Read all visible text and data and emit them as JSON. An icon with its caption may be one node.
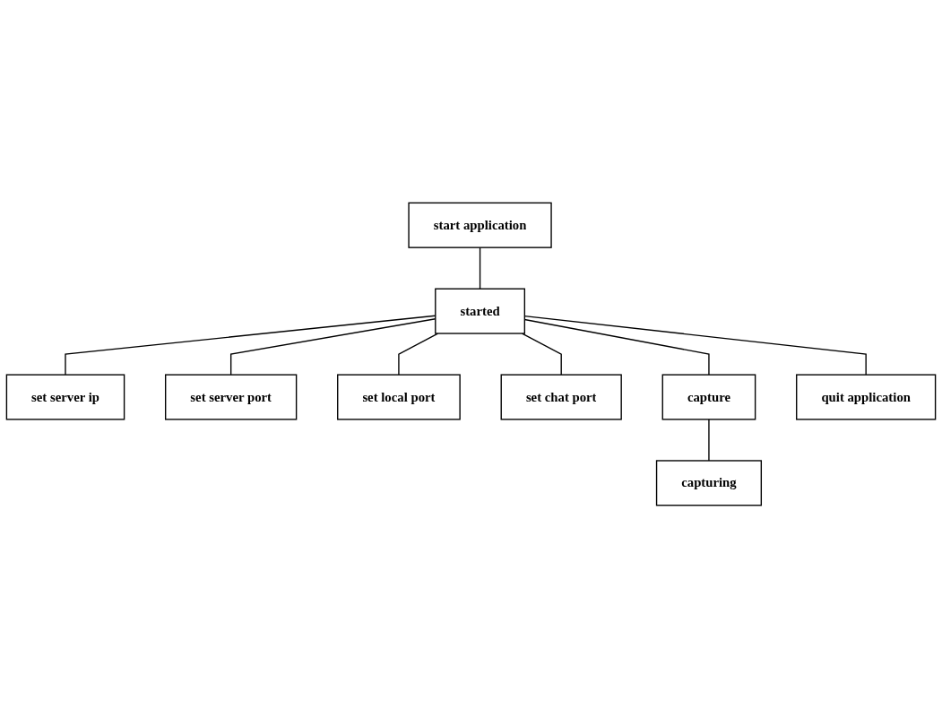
{
  "diagram": {
    "nodes": [
      {
        "text": [
          "start application"
        ]
      },
      {
        "text": [
          "started"
        ]
      },
      {
        "text": [
          "set server ip"
        ]
      },
      {
        "text": [
          "set server port"
        ]
      },
      {
        "text": [
          "set local port"
        ]
      },
      {
        "text": [
          "set chat port"
        ]
      },
      {
        "text": [
          "capture"
        ]
      },
      {
        "text": [
          "quit application"
        ]
      },
      {
        "text": [
          "capturing"
        ]
      }
    ],
    "edges": [
      {
        "from": 0,
        "to": 1,
        "arrow": "none"
      },
      {
        "from": 1,
        "to": 2,
        "arrow": "none"
      },
      {
        "from": 1,
        "to": 3,
        "arrow": "none"
      },
      {
        "from": 1,
        "to": 4,
        "arrow": "none"
      },
      {
        "from": 1,
        "to": 5,
        "arrow": "none"
      },
      {
        "from": 1,
        "to": 6,
        "arrow": "none"
      },
      {
        "from": 1,
        "to": 7,
        "arrow": "none"
      },
      {
        "from": 6,
        "to": 8,
        "arrow": "none"
      }
    ]
  }
}
